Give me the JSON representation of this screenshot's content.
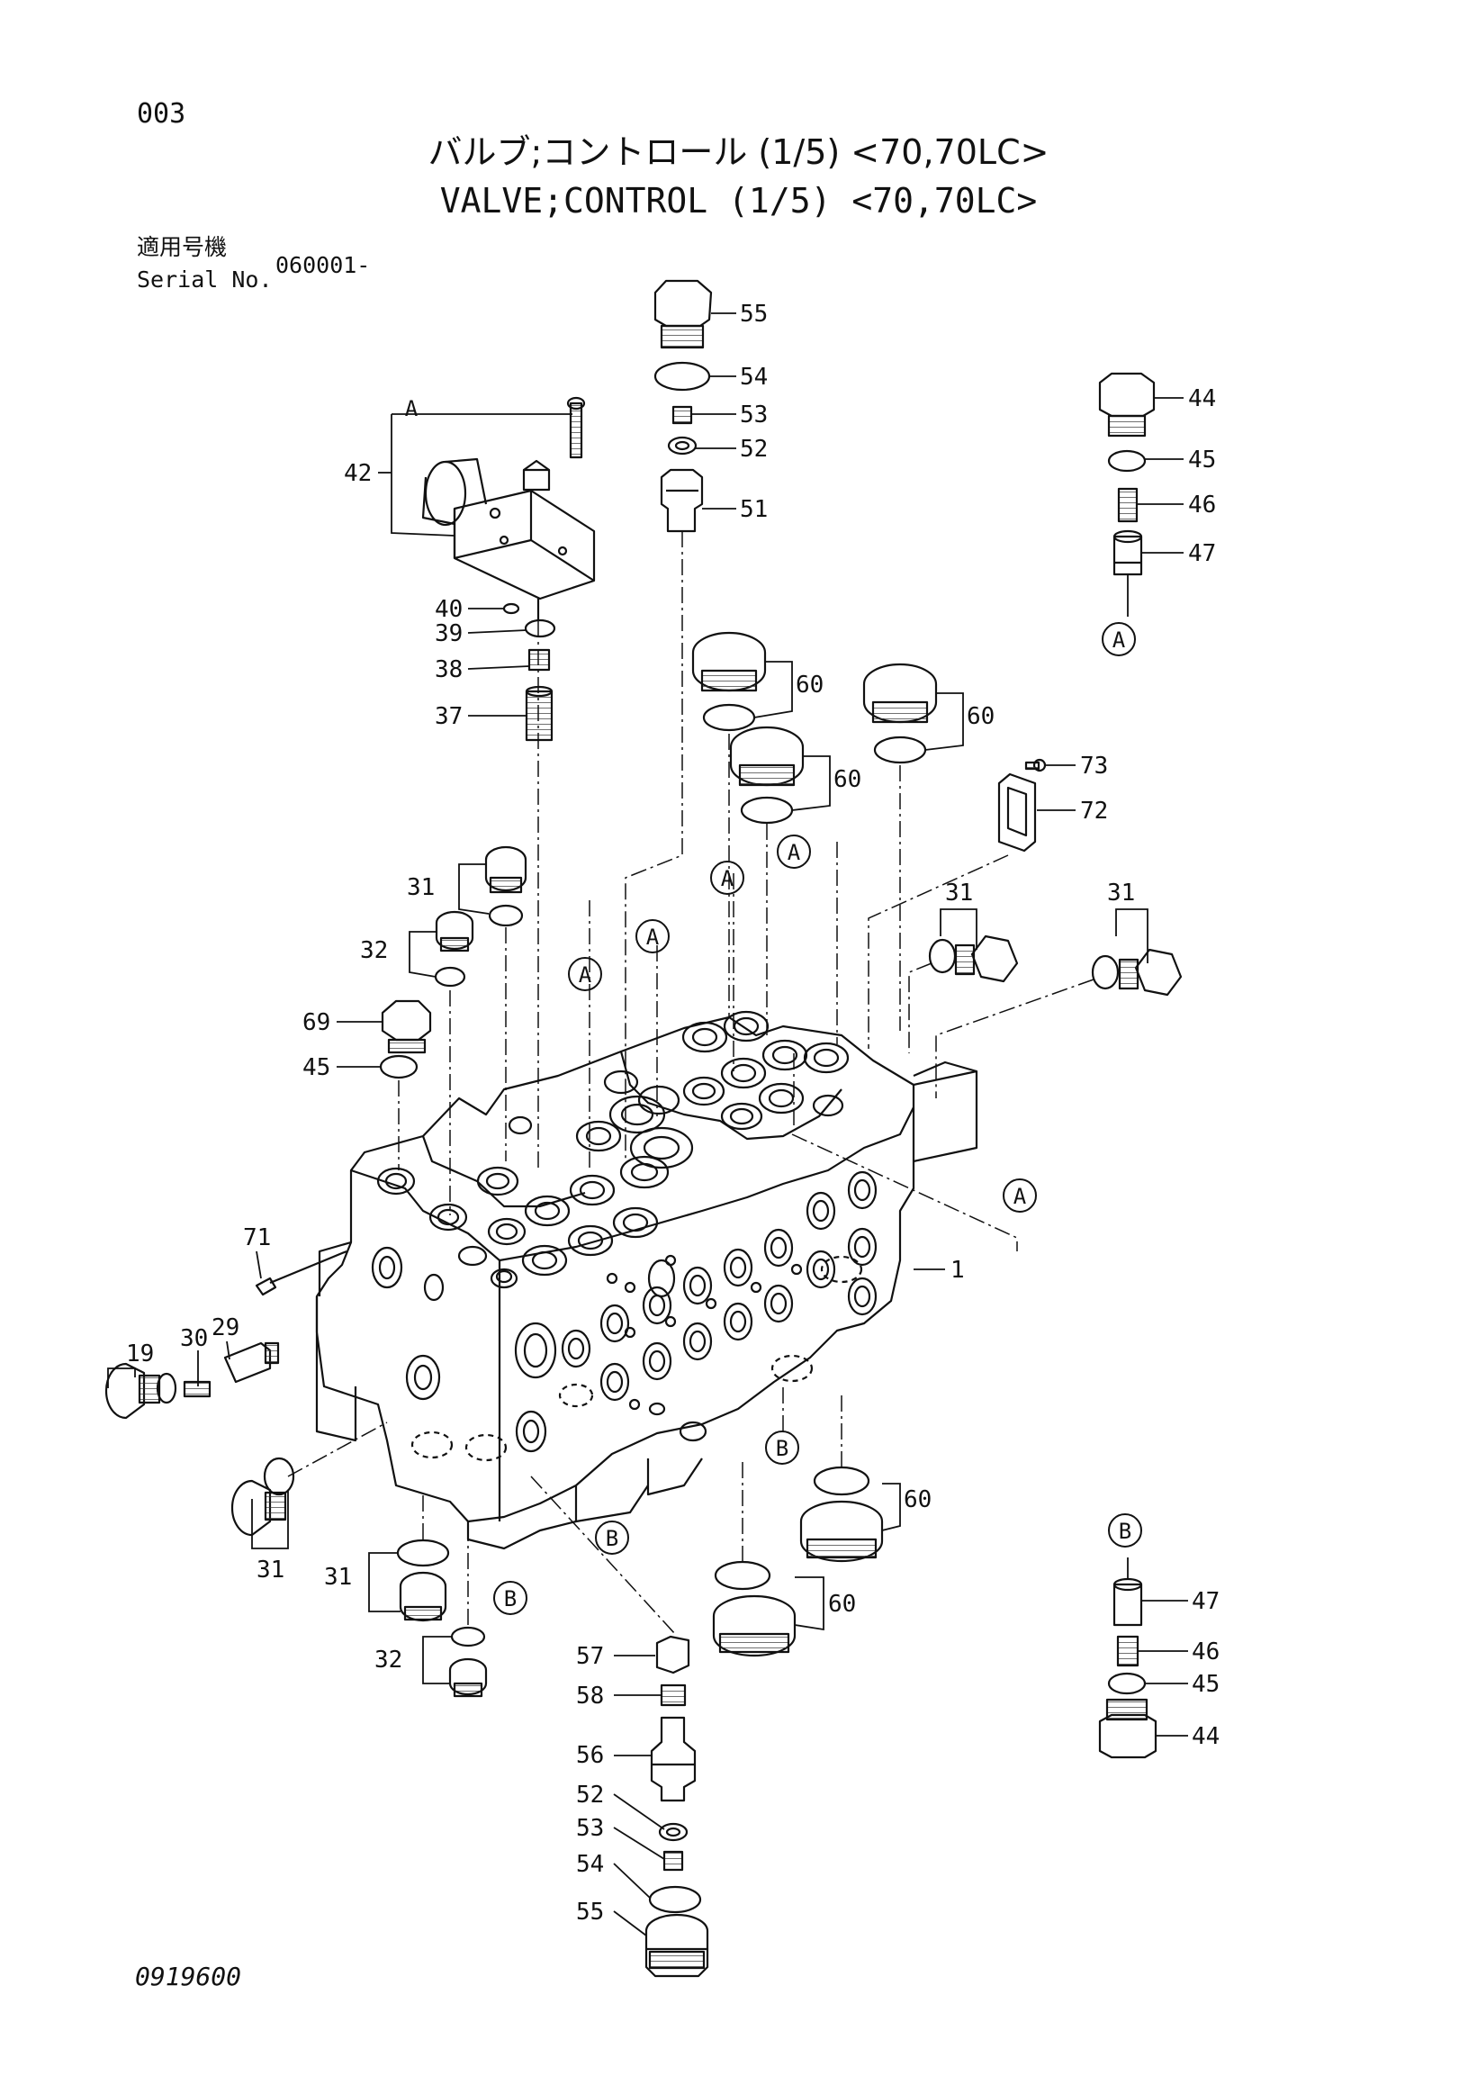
{
  "header": {
    "page_number": "003",
    "title_ja": "バルブ;コントロール (1/5) <70,70LC>",
    "title_en": "VALVE;CONTROL (1/5) <70,70LC>",
    "serial_label_ja": "適用号機",
    "serial_label_en": "Serial No.",
    "serial_value": "060001-"
  },
  "footer": {
    "doc_number": "0919600"
  },
  "callouts": {
    "p55_top": "55",
    "p54_top": "54",
    "p53_top": "53",
    "p52_top": "52",
    "p51": "51",
    "p44_top": "44",
    "p45_top": "45",
    "p46_top": "46",
    "p47_top": "47",
    "p42": "42",
    "p40": "40",
    "p39": "39",
    "p38": "38",
    "p37": "37",
    "p60_a": "60",
    "p60_b": "60",
    "p60_c": "60",
    "p60_d": "60",
    "p60_e": "60",
    "p73": "73",
    "p72": "72",
    "p31_a": "31",
    "p31_b": "31",
    "p31_c": "31",
    "p31_d": "31",
    "p31_e": "31",
    "p32_a": "32",
    "p32_b": "32",
    "p69": "69",
    "p45_mid": "45",
    "p71": "71",
    "p29": "29",
    "p30": "30",
    "p19": "19",
    "p1": "1",
    "p57": "57",
    "p58": "58",
    "p56": "56",
    "p52_bot": "52",
    "p53_bot": "53",
    "p54_bot": "54",
    "p55_bot": "55",
    "p47_bot": "47",
    "p46_bot": "46",
    "p45_bot": "45",
    "p44_bot": "44",
    "ref_a_bracket": "A"
  },
  "references": {
    "a1": "A",
    "a2": "A",
    "a3": "A",
    "a4": "A",
    "a5": "A",
    "a6": "A",
    "a7": "A",
    "b1": "B",
    "b2": "B",
    "b3": "B",
    "b4": "B"
  }
}
